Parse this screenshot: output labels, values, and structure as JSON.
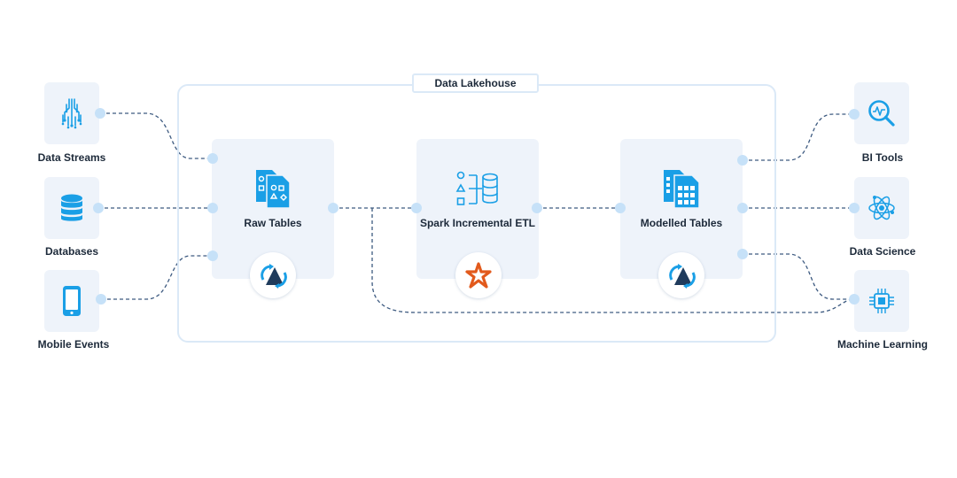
{
  "lakehouse": {
    "title": "Data Lakehouse"
  },
  "sources": [
    {
      "label": "Data Streams",
      "icon": "data-streams-icon"
    },
    {
      "label": "Databases",
      "icon": "database-icon"
    },
    {
      "label": "Mobile Events",
      "icon": "mobile-phone-icon"
    }
  ],
  "stages": [
    {
      "label": "Raw Tables",
      "icon": "documents-icon",
      "badge": "delta-sync-icon"
    },
    {
      "label": "Spark Incremental ETL",
      "icon": "etl-shapes-icon",
      "badge": "spark-icon"
    },
    {
      "label": "Modelled Tables",
      "icon": "table-grid-icon",
      "badge": "delta-sync-icon"
    }
  ],
  "targets": [
    {
      "label": "BI Tools",
      "icon": "analytics-magnifier-icon"
    },
    {
      "label": "Data Science",
      "icon": "atom-icon"
    },
    {
      "label": "Machine Learning",
      "icon": "chip-icon"
    }
  ],
  "colors": {
    "primary": "#1a9fe6",
    "card": "#eef3fa",
    "frame": "#dbe9f7",
    "connector": "#3d5a80",
    "dot": "#c6e1f8",
    "spark": "#e25a1c"
  }
}
